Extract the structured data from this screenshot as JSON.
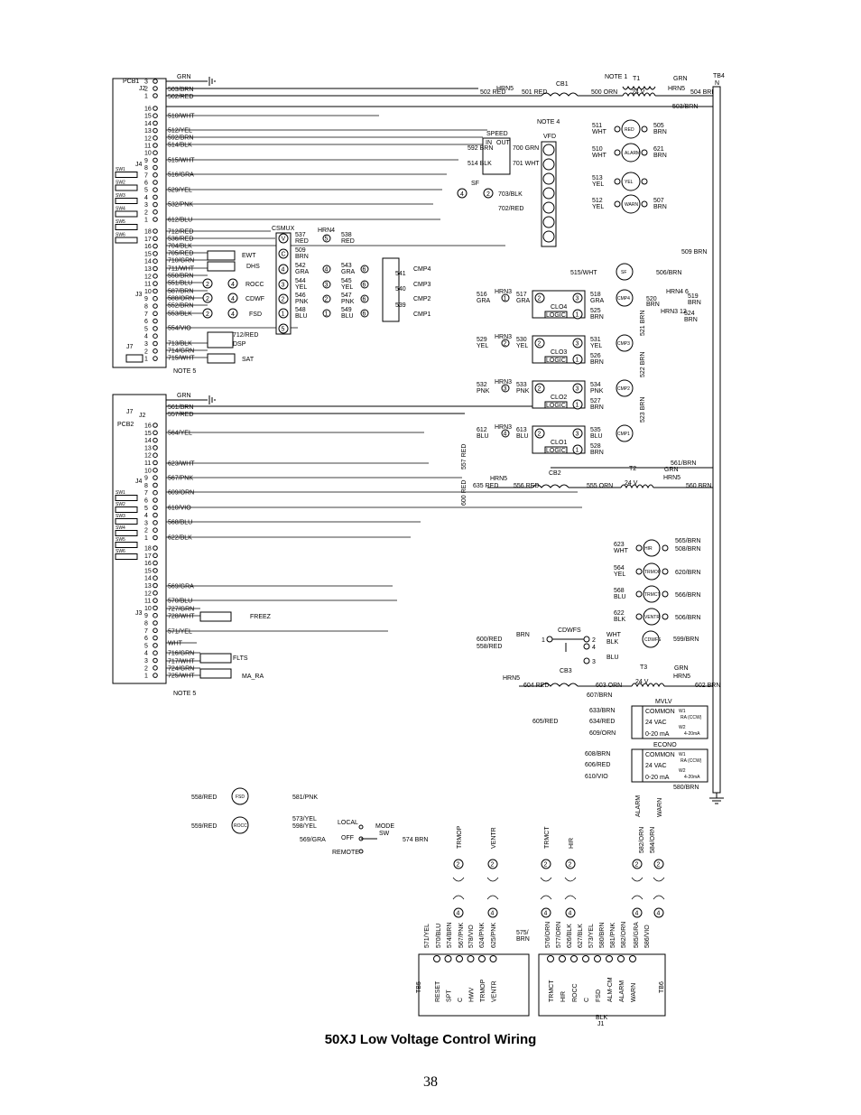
{
  "pcb1": {
    "label": "PCB1",
    "j2": {
      "label": "J2",
      "wires": [
        "GRN",
        "503/BRN",
        "502/RED"
      ]
    },
    "j4": {
      "label": "J4",
      "pins": [
        "16",
        "15",
        "14",
        "13",
        "12",
        "11",
        "10",
        "9",
        "8",
        "7",
        "6",
        "5",
        "4",
        "3",
        "2",
        "1"
      ],
      "wires": [
        "510/WHT",
        "512/YEL",
        "592/BRN",
        "514/BLK",
        "515/WHT",
        "516/GRA",
        "529/YEL",
        "532/PNK",
        "612/BLU"
      ]
    },
    "j3": {
      "label": "J3",
      "pins": [
        "18",
        "17",
        "16",
        "15",
        "14",
        "13",
        "12",
        "11",
        "10",
        "9",
        "8",
        "7",
        "6",
        "5",
        "4",
        "3",
        "2",
        "1"
      ],
      "wires": [
        "712/RED",
        "536/RED",
        "704/BLK",
        "705/RED",
        "710/GRN",
        "711/WHT",
        "550/BRN",
        "551/BLU",
        "587/BRN",
        "588/ORN",
        "552/BRN",
        "553/BLK",
        "554/VIO",
        "713/BLK",
        "714/GRN",
        "715/WHT"
      ]
    },
    "switches": [
      "SW1",
      "SW2",
      "SW3",
      "SW4",
      "SW5",
      "SW6"
    ],
    "j7": "J7",
    "sensors": [
      "EWT",
      "DHS",
      "ROCC",
      "CDWF",
      "FSD",
      "DSP",
      "SAT"
    ],
    "dsp_wire": "712/RED",
    "note": "NOTE 5"
  },
  "pcb2": {
    "label": "PCB2",
    "j7": "J7",
    "j2": {
      "label": "J2",
      "wires": [
        "GRN",
        "561/BRN",
        "557/RED"
      ]
    },
    "j4": {
      "label": "J4",
      "wires": [
        "564/YEL",
        "623/WHT",
        "567/PNK",
        "609/ORN",
        "610/VIO",
        "568/BLU",
        "622/BLK"
      ]
    },
    "j3": {
      "label": "J3",
      "wires": [
        "569/GRA",
        "570/BLU",
        "727/GRN",
        "728/WHT",
        "571/YEL",
        "WHT",
        "716/GRN",
        "717/WHT",
        "724/GRN",
        "725/WHT"
      ]
    },
    "sensors": [
      "FREEZ",
      "FLTS",
      "MA_RA"
    ],
    "note": "NOTE 5"
  },
  "csmux": {
    "label": "CSMUX",
    "terminals": [
      "V",
      "C",
      "4",
      "3",
      "2",
      "1",
      "5"
    ],
    "harness": "HRN4",
    "wires_left": [
      "537 RED",
      "509 BRN",
      "542 GRA",
      "544 YEL",
      "546 PNK",
      "548 BLU"
    ],
    "wires_right": [
      "538 RED",
      "543 GRA",
      "545 YEL",
      "547 PNK",
      "549 BLU"
    ],
    "pins": [
      "5",
      "4",
      "3",
      "2",
      "1",
      "6",
      "6",
      "6",
      "6",
      "541",
      "540",
      "539"
    ],
    "outputs": [
      "CMP4",
      "CMP3",
      "CMP2",
      "CMP1"
    ]
  },
  "top_right": {
    "note1": "NOTE 1",
    "note4": "NOTE 4",
    "t1": "T1",
    "t1_volt": "24 V",
    "cb1": "CB1",
    "hrn5": "HRN5",
    "tb4": [
      "TB4",
      "N"
    ],
    "wires": [
      "502 RED",
      "501 RED",
      "500 ORN",
      "504 BRN",
      "503/BRN",
      "GRN",
      "HRN5"
    ],
    "speed": {
      "label": "SPEED",
      "in": "IN",
      "out": "OUT",
      "wires": [
        "592 BRN",
        "514 BLK",
        "700 GRN",
        "701 WHT"
      ]
    },
    "vfd": {
      "label": "VFD",
      "terminals": [
        "",
        "",
        "",
        "",
        "",
        ""
      ]
    },
    "sf_label": "SF",
    "sf_wires": [
      "703/BLK",
      "702/RED"
    ],
    "lights": [
      {
        "name": "RED",
        "left": "511 WHT",
        "right": "505 BRN"
      },
      {
        "name": "ALARM",
        "left": "510 WHT",
        "right": "621 BRN"
      },
      {
        "name": "YEL",
        "left": "513 YEL",
        "right": ""
      },
      {
        "name": "WARN",
        "left": "512 YEL",
        "right": "507 BRN"
      }
    ],
    "brn509": "509 BRN",
    "fan": {
      "name": "SF",
      "left": "515/WHT",
      "right": "506/BRN"
    }
  },
  "compressors": [
    {
      "name": "CMP4",
      "clo": "CLO4",
      "hrn": "HRN3",
      "in": "516 GRA",
      "mid": "517 GRA",
      "out": "518 GRA",
      "brn": "525 BRN",
      "extra": [
        "HRN4 6",
        "520 BRN",
        "519 BRN",
        "HRN3 12",
        "524 BRN"
      ]
    },
    {
      "name": "CMP3",
      "clo": "CLO3",
      "hrn": "HRN3",
      "in": "529 YEL",
      "mid": "530 YEL",
      "out": "531 YEL",
      "brn": "526 BRN",
      "extra": [
        "521 BRN"
      ]
    },
    {
      "name": "CMP2",
      "clo": "CLO2",
      "hrn": "HRN3",
      "in": "532 PNK",
      "mid": "533 PNK",
      "out": "534 PNK",
      "brn": "527 BRN",
      "extra": [
        "522 BRN"
      ]
    },
    {
      "name": "CMP1",
      "clo": "CLO1",
      "hrn": "HRN3",
      "in": "612 BLU",
      "mid": "613 BLU",
      "out": "535 BLU",
      "brn": "528 BRN",
      "extra": [
        "523 BRN"
      ]
    }
  ],
  "logic": "LOGIC",
  "mid_section": {
    "cb2": "CB2",
    "t2": "T2",
    "t2_volt": "24 V",
    "wires": [
      "561/BRN",
      "635 RED",
      "556 RED",
      "555 ORN",
      "560 BRN",
      "GRN",
      "HRN5",
      "HRN5"
    ],
    "vertical": [
      "557 RED",
      "600 RED"
    ],
    "loads": [
      {
        "name": "HIR",
        "left": "623 WHT",
        "right": "508/BRN",
        "top": "565/BRN"
      },
      {
        "name": "TRMOP",
        "left": "564 YEL",
        "right": "620/BRN"
      },
      {
        "name": "TRMCT",
        "left": "568 BLU",
        "right": "566/BRN"
      },
      {
        "name": "VENTR",
        "left": "622 BLK",
        "right": "506/BRN"
      }
    ],
    "cdwfs": {
      "label": "CDWFS",
      "wires": [
        "600/RED",
        "558/RED",
        "BRN",
        "WHT",
        "BLK",
        "BLU",
        "599/BRN"
      ],
      "name": "CDWFS"
    },
    "cb3": "CB3",
    "t3": "T3",
    "t3_volt": "24 V",
    "lower_wires": [
      "HRN5",
      "604 RED",
      "603 ORN",
      "602 BRN",
      "GRN",
      "HRN5",
      "607/BRN"
    ]
  },
  "mvlv": {
    "label": "MVLV",
    "rows": [
      "COMMON",
      "24 VAC",
      "0-20 mA"
    ],
    "wires": [
      "633/BRN",
      "634/RED",
      "609/ORN",
      "605/RED"
    ],
    "w1": "W1",
    "w2": "W2",
    "notes": [
      "RA (CCW)",
      "4-20mA"
    ]
  },
  "econo": {
    "label": "ECONO",
    "rows": [
      "COMMON",
      "24 VAC",
      "0-20 mA"
    ],
    "wires": [
      "608/BRN",
      "606/RED",
      "610/VIO",
      "580/BRN"
    ],
    "w1": "W1",
    "w2": "W2",
    "notes": [
      "RA (CCW)",
      "4-20mA"
    ]
  },
  "lower_left": {
    "fsd": {
      "name": "FSD",
      "left": "558/RED",
      "right": "581/PNK"
    },
    "rocc": {
      "name": "ROCC",
      "left": "559/RED",
      "right": [
        "573/YEL",
        "598/YEL"
      ]
    },
    "switch": {
      "local": "LOCAL",
      "off": "OFF",
      "remote": "REMOTE",
      "mode": [
        "MODE",
        "SW"
      ],
      "gra": "569/GRA",
      "brn": "574 BRN"
    }
  },
  "bottom": {
    "components": [
      "TRMOP",
      "VENTR",
      "TRMCT",
      "HIR",
      "ALARM",
      "WARN"
    ],
    "alarm_wires": [
      "582/ORN",
      "584/ORN"
    ],
    "vertical_wires": [
      "571/YEL",
      "570/BLU",
      "574/BRN",
      "567/PNK",
      "578/VIO",
      "624/PNK",
      "625/PNK",
      "575/BRN",
      "576/ORN",
      "577/ORN",
      "626/BLK",
      "627/BLK",
      "573/YEL",
      "580/BRN",
      "581/PNK",
      "582/ORN",
      "585/GRA",
      "586/VIO"
    ],
    "tb5": {
      "label": "TB5",
      "terminals": [
        "RESET",
        "SPT",
        "C",
        "HWV",
        "TRMOP",
        "VENTR"
      ]
    },
    "tb6": {
      "label": "TB6",
      "terminals": [
        "TRMCT",
        "HIR",
        "ROCC",
        "C",
        "FSD",
        "ALM-CM",
        "ALARM",
        "WARN"
      ]
    },
    "j1": [
      "BLK",
      "J1"
    ]
  },
  "caption": "50XJ Low Voltage Control Wiring",
  "page_number": "38"
}
